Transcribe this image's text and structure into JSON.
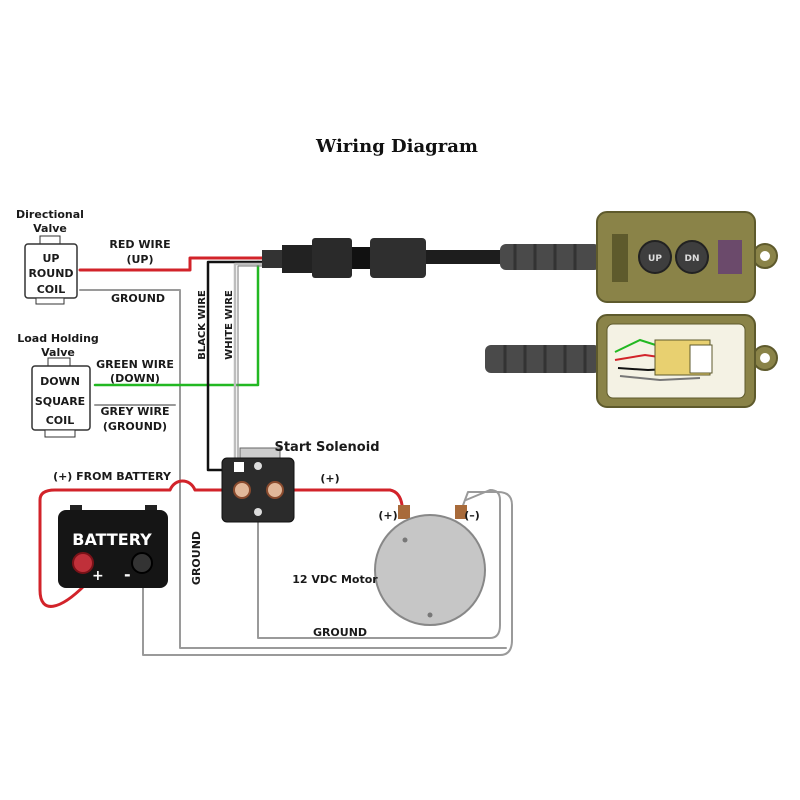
{
  "title": "Wiring Diagram",
  "directional_valve": {
    "label_line1": "Directional",
    "label_line2": "Valve",
    "up": "UP",
    "round": "ROUND",
    "coil": "COIL"
  },
  "load_holding_valve": {
    "label_line1": "Load Holding",
    "label_line2": "Valve",
    "down": "DOWN",
    "square": "SQUARE",
    "coil": "COIL"
  },
  "wires": {
    "red_wire": "RED WIRE",
    "up": "(UP)",
    "ground_top": "GROUND",
    "green_wire": "GREEN WIRE",
    "down": "(DOWN)",
    "grey_wire": "GREY WIRE",
    "ground_paren": "(GROUND)",
    "black_wire": "BLACK WIRE",
    "white_wire": "WHITE WIRE",
    "from_battery": "(+) FROM BATTERY",
    "plus_mid": "(+)",
    "ground_vertical": "GROUND",
    "ground_bottom": "GROUND"
  },
  "solenoid": {
    "label": "Start Solenoid"
  },
  "battery": {
    "label": "BATTERY",
    "pos": "+",
    "neg": "-"
  },
  "motor": {
    "label": "12 VDC Motor",
    "pos": "(+)",
    "neg": "(–)"
  },
  "pendant": {
    "up": "UP",
    "dn": "DN"
  },
  "colors": {
    "red": "#d2232a",
    "green": "#22b822",
    "black": "#111111",
    "grey": "#9a9a9a",
    "white_wire": "#c8c8c8",
    "olive": "#8a8348",
    "olive_dark": "#5e5a2c"
  }
}
